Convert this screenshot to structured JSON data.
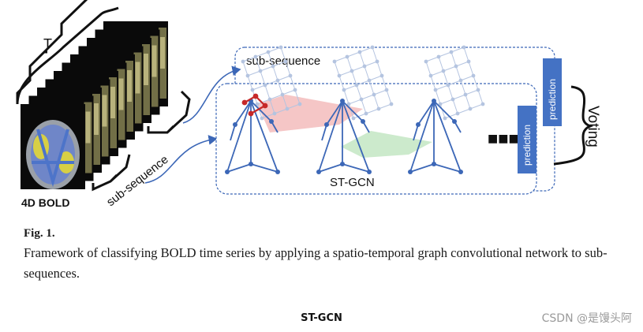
{
  "figure": {
    "labels": {
      "time_axis": "T",
      "input": "4D BOLD",
      "subseq_upper": "sub-sequence",
      "subseq_lower": "sub-sequence",
      "model": "ST-GCN",
      "prediction_1": "prediction",
      "prediction_2": "prediction",
      "ellipsis": "■■■",
      "voting": "Voting"
    },
    "colors": {
      "graph_blue": "#3c67b7",
      "graph_faint": "#b4c4e0",
      "highlight_red": "#c62828",
      "highlight_green": "#8fd08f",
      "prediction_box": "#4472c4",
      "frame_border": "#3c67b7"
    }
  },
  "caption": {
    "fig_number": "Fig. 1.",
    "text": "Framework of classifying BOLD time series by applying a spatio-temporal graph convolutional network to sub-sequences."
  },
  "section_title": "ST-GCN",
  "watermark": "CSDN @是馒头阿"
}
